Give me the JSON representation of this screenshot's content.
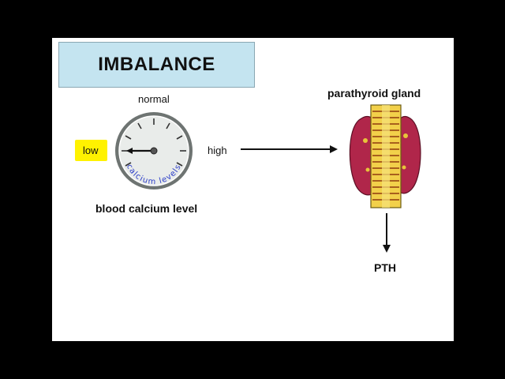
{
  "slide": {
    "title": "IMBALANCE",
    "gauge": {
      "label_normal": "normal",
      "label_low": "low",
      "label_high": "high",
      "dial_text": "calcium levels",
      "caption": "blood calcium level",
      "needle_state": "low",
      "highlight_color": "#fff200"
    },
    "gland": {
      "label": "parathyroid gland"
    },
    "output": {
      "label": "PTH"
    },
    "colors": {
      "title_bg": "#c4e4f0",
      "gland_lobe": "#b0264a",
      "trachea": "#f2d04a"
    }
  }
}
